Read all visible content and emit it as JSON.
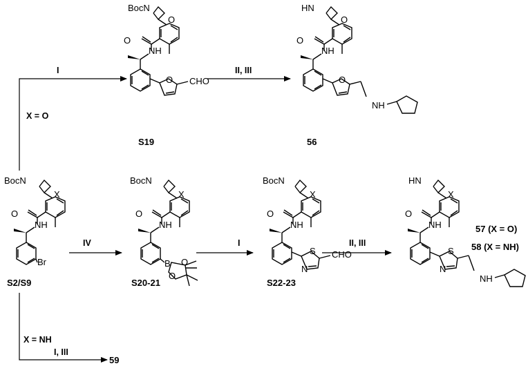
{
  "atoms": {
    "boc_n": "BocN",
    "hn": "HN",
    "o": "O",
    "x": "X",
    "br": "Br",
    "b": "B",
    "s": "S",
    "n": "N",
    "nh": "NH",
    "cho": "CHO"
  },
  "compounds": {
    "s19": "S19",
    "c56": "56",
    "s2_s9": "S2/S9",
    "s20_21": "S20-21",
    "s22_23": "S22-23",
    "c57": "57 (X = O)",
    "c58": "58 (X = NH)",
    "c59": "59"
  },
  "conditions": {
    "step_i": "I",
    "step_ii_iii": "II, III",
    "step_iv": "IV",
    "step_i_iii": "I, III",
    "x_eq_o": "X = O",
    "x_eq_nh": "X = NH"
  }
}
